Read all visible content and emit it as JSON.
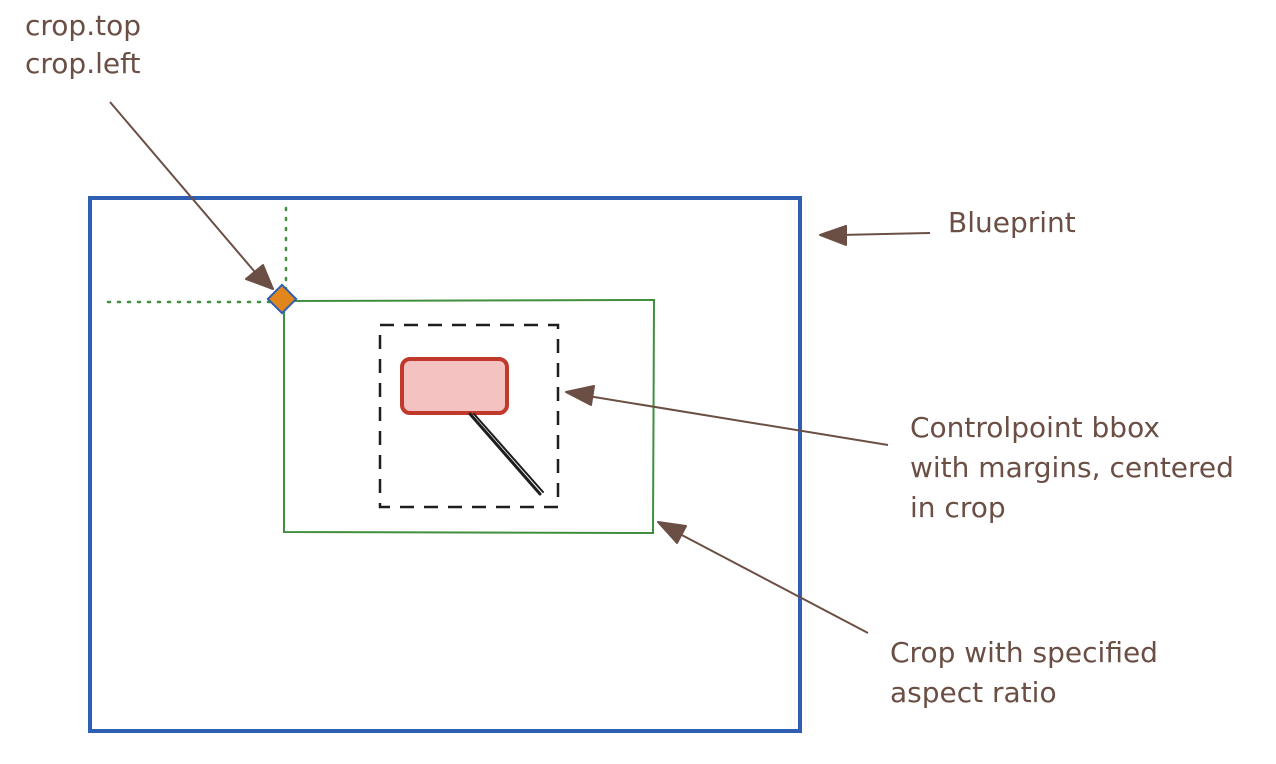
{
  "labels": {
    "crop_top": "crop.top",
    "crop_left": "crop.left",
    "blueprint": "Blueprint",
    "controlpoint_line1": "Controlpoint bbox",
    "controlpoint_line2": "with margins, centered",
    "controlpoint_line3": "in crop",
    "crop_line1": "Crop with specified",
    "crop_line2": "aspect ratio"
  },
  "colors": {
    "blueprint": "#2f5fb3",
    "crop": "#3f8f3f",
    "guides": "#3f8f3f",
    "corner_marker": "#e0861c",
    "corner_marker_outline": "#2f5fb3",
    "bbox": "#1e1e1e",
    "controlpoint_fill": "#f5c2c2",
    "controlpoint_stroke": "#c0392b",
    "pointer": "#1e1e1e",
    "annotation": "#6b4f45"
  }
}
